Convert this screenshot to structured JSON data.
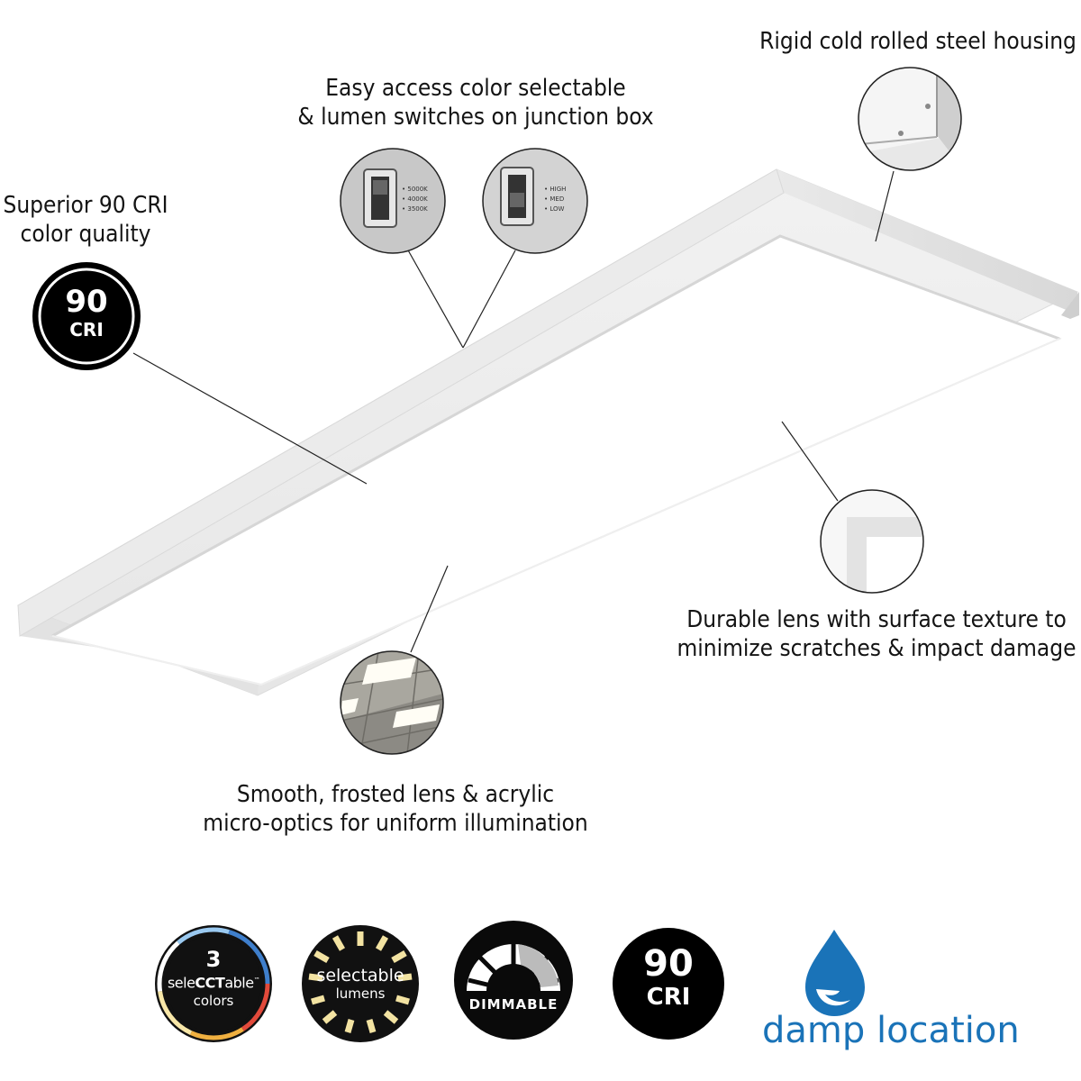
{
  "callouts": {
    "housing": "Rigid cold rolled steel housing",
    "switches_line1": "Easy access color selectable",
    "switches_line2": "& lumen switches on junction box",
    "cri_line1": "Superior 90 CRI",
    "cri_line2": "color quality",
    "lens_line1": "Durable lens with surface texture to",
    "lens_line2": "minimize scratches & impact damage",
    "optics_line1": "Smooth, frosted lens & acrylic",
    "optics_line2": "micro-optics for uniform illumination"
  },
  "cri_badge": {
    "number": "90",
    "unit": "CRI"
  },
  "cct_switch": {
    "options": [
      "5000K",
      "4000K",
      "3500K"
    ]
  },
  "lumen_switch": {
    "options": [
      "HIGH",
      "MED",
      "LOW"
    ]
  },
  "feature_badges": {
    "selectcct": {
      "number": "3",
      "brand_pre": "sele",
      "brand_bold": "CCT",
      "brand_post": "able",
      "tm": "™",
      "sub": "colors"
    },
    "lumens": {
      "line1": "selectable",
      "line2": "lumens"
    },
    "dimmable": {
      "label": "DIMMABLE"
    },
    "cri": {
      "number": "90",
      "unit": "CRI"
    },
    "damp": {
      "label": "damp location"
    }
  },
  "colors": {
    "badge_black": "#0a0a0a",
    "damp_blue": "#1a73b8",
    "panel_edge": "#e4e4e4",
    "panel_shadow": "#d2d2d2"
  }
}
